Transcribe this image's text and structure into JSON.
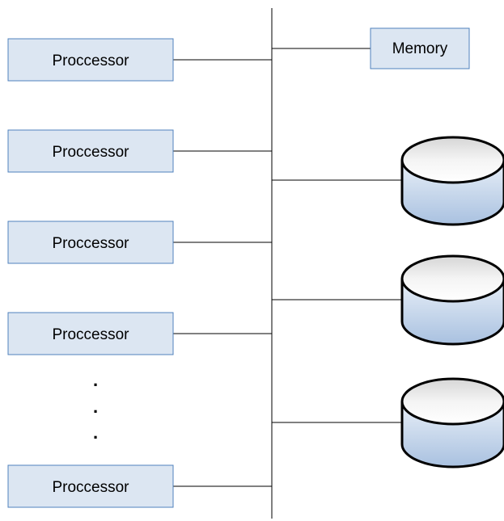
{
  "diagram": {
    "processors": [
      {
        "label": "Proccessor"
      },
      {
        "label": "Proccessor"
      },
      {
        "label": "Proccessor"
      },
      {
        "label": "Proccessor"
      },
      {
        "label": "Proccessor"
      }
    ],
    "ellipsis": ".",
    "memory": {
      "label": "Memory"
    },
    "disks": [
      {
        "id": "disk-1"
      },
      {
        "id": "disk-2"
      },
      {
        "id": "disk-3"
      }
    ],
    "colors": {
      "box_fill": "#dce6f2",
      "box_stroke": "#4f81bd",
      "line": "#000000",
      "disk_top": "#f2f2f2",
      "disk_side": "#b8cce4"
    }
  }
}
